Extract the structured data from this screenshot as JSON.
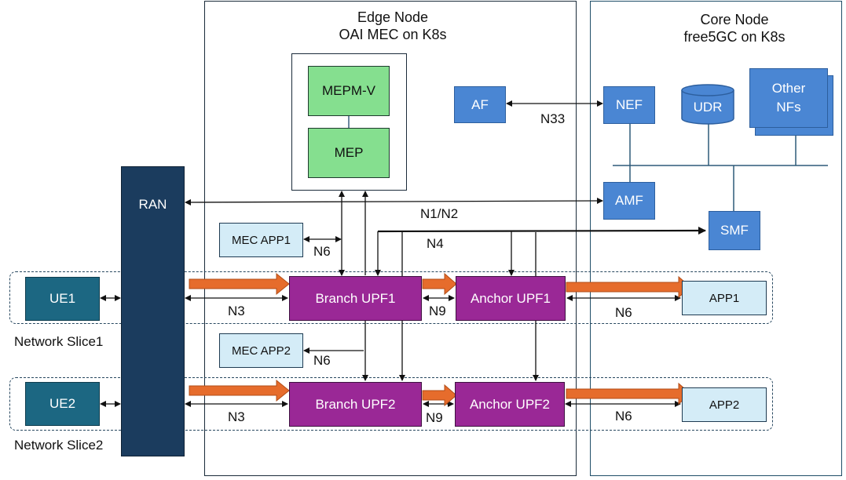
{
  "edge_node": {
    "title_line1": "Edge Node",
    "title_line2": "OAI MEC on K8s"
  },
  "core_node": {
    "title_line1": "Core Node",
    "title_line2": "free5GC on K8s"
  },
  "nodes": {
    "mepm_v": "MEPM-V",
    "mep": "MEP",
    "af": "AF",
    "nef": "NEF",
    "udr": "UDR",
    "other_nfs_line1": "Other",
    "other_nfs_line2": "NFs",
    "amf": "AMF",
    "smf": "SMF",
    "ran": "RAN",
    "mec_app1": "MEC APP1",
    "mec_app2": "MEC APP2",
    "ue1": "UE1",
    "ue2": "UE2",
    "branch_upf1": "Branch UPF1",
    "anchor_upf1": "Anchor UPF1",
    "branch_upf2": "Branch UPF2",
    "anchor_upf2": "Anchor UPF2",
    "app1": "APP1",
    "app2": "APP2"
  },
  "interfaces": {
    "n33": "N33",
    "n1n2": "N1/N2",
    "n4": "N4",
    "n6_mec1": "N6",
    "n6_mec2": "N6",
    "n3_slice1": "N3",
    "n9_slice1": "N9",
    "n6_slice1": "N6",
    "n3_slice2": "N3",
    "n9_slice2": "N9",
    "n6_slice2": "N6"
  },
  "slices": {
    "slice1": "Network Slice1",
    "slice2": "Network Slice2"
  },
  "colors": {
    "nf_blue": "#4a86d3",
    "mec_green": "#85df8f",
    "upf_purple": "#9a2896",
    "ran_navy": "#1b3c5e",
    "ue_teal": "#1c6782",
    "app_lightblue": "#d4ecf7",
    "traffic_orange": "#e66c2c"
  }
}
